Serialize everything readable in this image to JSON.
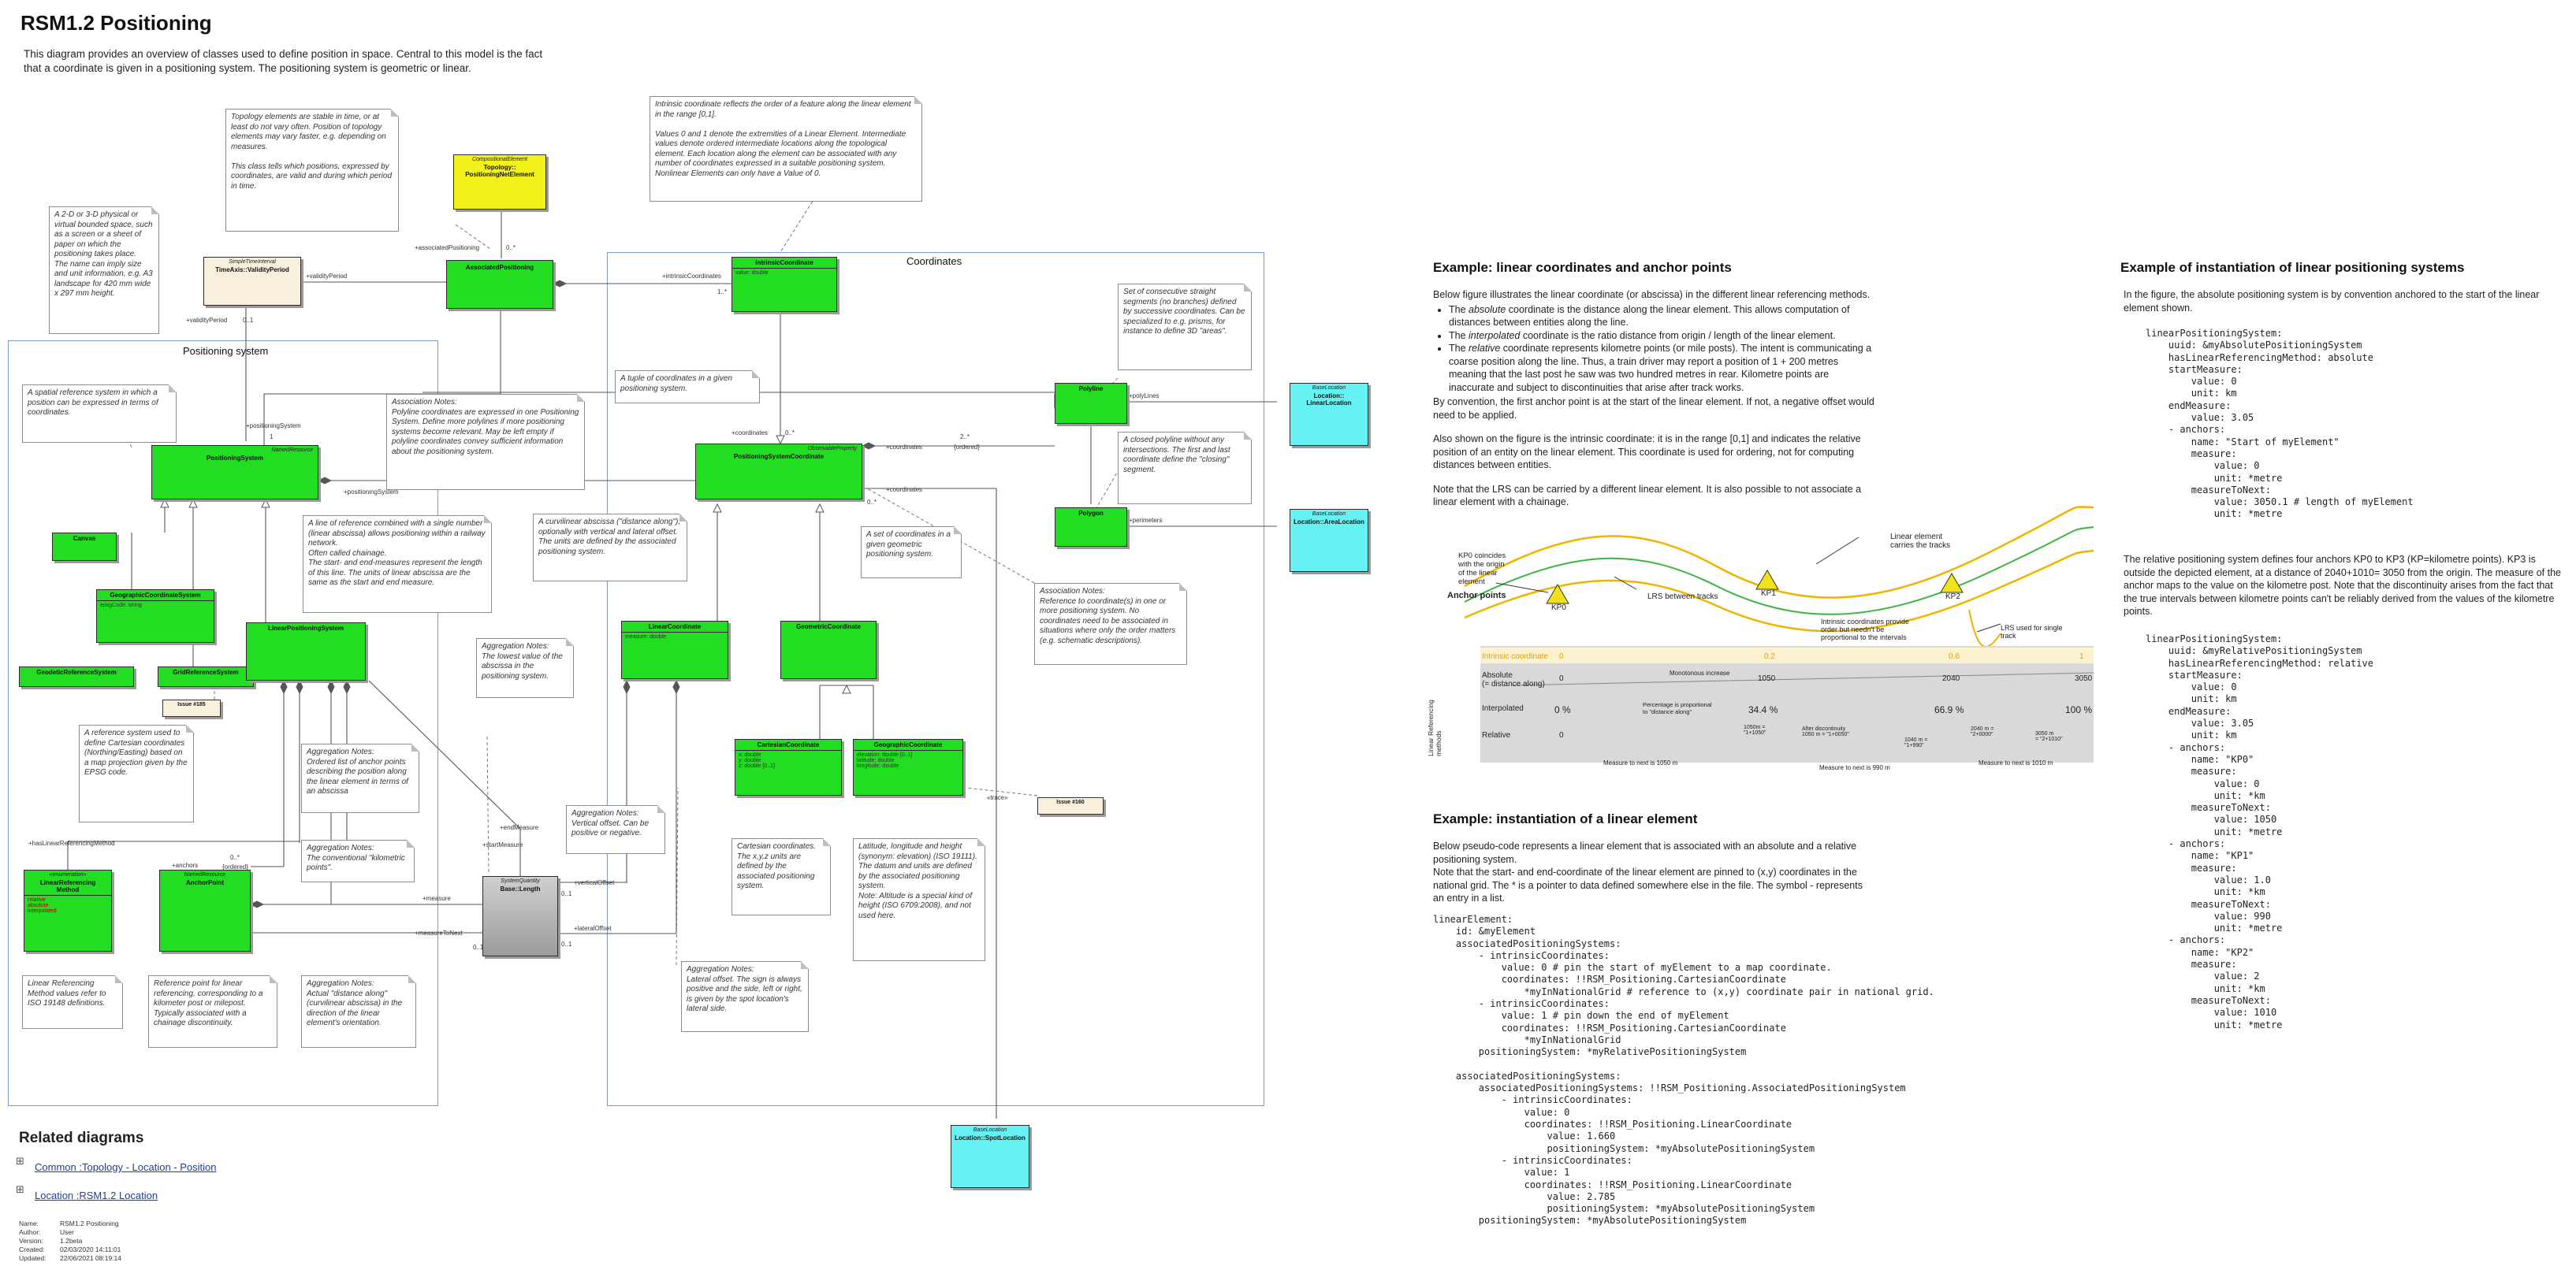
{
  "page": {
    "title": "RSM1.2 Positioning",
    "intro": "This diagram provides an overview of classes used to define position in space. Central to this model is the fact that a coordinate is given in a positioning system. The positioning system is geometric or linear."
  },
  "diagram": {
    "frames": {
      "positioning_system": "Positioning system",
      "coordinates": "Coordinates"
    },
    "classes": {
      "topology": {
        "stereo": "CompositionalElement",
        "name": "Topology::\nPositioningNetElement"
      },
      "timeaxis": {
        "stereo": "SimpleTimeInterval",
        "name": "TimeAxis::ValidityPeriod"
      },
      "associated": {
        "stereo": "",
        "name": "AssociatedPositioning"
      },
      "intrinsic": {
        "stereo": "",
        "name": "IntrinsicCoordinate",
        "attr": "value: double"
      },
      "polyline": {
        "stereo": "",
        "name": "Polyline"
      },
      "polygon": {
        "stereo": "",
        "name": "Polygon"
      },
      "loc_linear": {
        "stereo": "BaseLocation",
        "name": "Location::\nLinearLocation"
      },
      "loc_area": {
        "stereo": "BaseLocation",
        "name": "Location::AreaLocation"
      },
      "loc_spot": {
        "stereo": "BaseLocation",
        "name": "Location::SpotLocation"
      },
      "possys": {
        "stereo": "NamedResource",
        "name": "PositioningSystem"
      },
      "poscoord": {
        "stereo": "ObservableProperty",
        "name": "PositioningSystemCoordinate"
      },
      "canvas": {
        "stereo": "",
        "name": "Canvas"
      },
      "geocrs": {
        "stereo": "",
        "name": "GeographicCoordinateSystem",
        "attr": "epsgCode: string"
      },
      "geodetic": {
        "stereo": "",
        "name": "GeodeticReferenceSystem"
      },
      "grid": {
        "stereo": "",
        "name": "GridReferenceSystem"
      },
      "lrs": {
        "stereo": "",
        "name": "LinearPositioningSystem"
      },
      "linearcoord": {
        "stereo": "",
        "name": "LinearCoordinate",
        "attr": "measure: double"
      },
      "geomcoord": {
        "stereo": "",
        "name": "GeometricCoordinate"
      },
      "cartesian": {
        "stereo": "",
        "name": "CartesianCoordinate",
        "attr": "x: double\ny: double\nz: double [0..1]"
      },
      "geographic": {
        "stereo": "",
        "name": "GeographicCoordinate",
        "attr": "elevation: double [0..1]\nlatitude: double\nlongitude: double"
      },
      "lrm": {
        "stereo": "«enumeration»",
        "name": "LinearReferencing\nMethod",
        "attr": "relative\nabsolute\ninterpolated"
      },
      "anchor": {
        "stereo": "NamedResource",
        "name": "AnchorPoint"
      },
      "length": {
        "stereo": "SystemQuantity",
        "name": "Base::Length"
      },
      "issue185": {
        "stereo": "",
        "name": "Issue #185"
      },
      "issue160": {
        "stereo": "",
        "name": "Issue #160"
      }
    },
    "labels": {
      "assoc_positioning": "+associatedPositioning",
      "intrinsic_coords": "+intrinsicCoordinates",
      "validity_period": "+validityPeriod",
      "positioning_system": "+positioningSystem",
      "coordinates": "+coordinates",
      "polylines": "+polyLines",
      "perimeters": "+perimeters",
      "ordered": "{ordered}",
      "has_lrm": "+hasLinearReferencingMethod",
      "anchors": "+anchors",
      "measure": "+measure",
      "measure_to_next": "+measureToNext",
      "start_measure": "+startMeasure",
      "end_measure": "+endMeasure",
      "vertical_offset": "+verticalOffset",
      "lateral_offset": "+lateralOffset",
      "trace": "«trace»",
      "mult_0n": "0..*",
      "mult_01": "0..1",
      "mult_1": "1",
      "mult_1n": "1..*",
      "mult_2n": "2..*"
    },
    "notes": {
      "topology": "Topology elements are stable in time, or at least do not vary often. Position of topology elements may vary faster, e.g. depending on measures.\n\nThis class tells which positions, expressed by coordinates, are valid and during which period in time.",
      "intrinsic": "Intrinsic coordinate reflects the order of a feature along the linear element in the range [0,1].\n\nValues 0 and 1 denote the extremities of a Linear Element. Intermediate values denote ordered intermediate locations along the topological element. Each location along the element can be associated with any number of coordinates expressed in a suitable positioning system.\nNonlinear Elements can only have a Value of 0.",
      "canvas": "A 2-D or 3-D physical or virtual bounded space, such as a screen or a sheet of paper on which the positioning takes place.\nThe name can imply size and unit information, e.g. A3 landscape for 420 mm wide x 297 mm height.",
      "spatial_ref": "A spatial reference system in which a position can be expressed in terms of coordinates.",
      "tuple": "A tuple of coordinates in a given positioning system.",
      "assoc": "Association Notes:\nPolyline coordinates are expressed in one Positioning System. Define more polylines if more positioning systems become relevant. May be left empty if polyline coordinates convey sufficient information about the positioning system.",
      "polyline": "Set of consecutive straight segments (no branches) defined by successive coordinates. Can be specialized to e.g. prisms, for instance to define 3D \"areas\".",
      "polygon": "A closed polyline without any intersections. The first and last coordinate define the \"closing\" segment.",
      "lrs": "A line of reference combined with a single number (linear abscissa) allows positioning within a railway network.\nOften called chainage.\nThe start- and end-measures represent the length of this line. The units of linear abscissa are the same as the start and end measure.",
      "curvilinear": "A curvilinear abscissa (\"distance along\"), optionally with vertical and lateral offset.\nThe units are defined by the associated positioning system.",
      "geomset": "A set of coordinates in a given geometric positioning system.",
      "refcoord": "Association Notes:\nReference to coordinate(s) in one or more positioning system. No coordinates need to be associated in situations where only the order matters (e.g. schematic descriptions).",
      "agg_lowest": "Aggregation Notes:\nThe lowest value of the abscissa in the positioning system.",
      "cartesian_rs": "A reference system used to define Cartesian coordinates (Northing/Easting) based on a map projection given by the EPSG code.",
      "agg_ordered": "Aggregation Notes:\nOrdered list of anchor points describing the position along the linear element in terms of an abscissa",
      "agg_vertical": "Aggregation Notes:\nVertical offset. Can be positive or negative.",
      "cartesian_units": "Cartesian coordinates.\nThe x,y,z units are defined by the associated positioning system.",
      "geo_units": "Latitude, longitude and height (synonym: elevation) (ISO 19111). The datum and units are defined by the associated positioning system.\nNote: Altitude is a special kind of height (ISO 6709:2008), and not used here.",
      "agg_km": "Aggregation Notes:\nThe conventional \"kilometric points\".",
      "lrm_note": "Linear Referencing Method values refer to ISO 19148 definitions.",
      "ref_point": "Reference point for linear referencing, corresponding to a kilometer post or milepost. Typically associated with a chainage discontinuity.",
      "agg_actual": "Aggregation Notes:\nActual \"distance along\" (curvilinear abscissa) in the direction of the linear element's orientation.",
      "agg_lateral": "Aggregation Notes:\nLateral offset. The sign is always positive and the side, left or right, is given by the spot location's lateral side."
    }
  },
  "figure": {
    "kp0_note": "KP0 coincides\nwith the origin\nof the linear\nelement",
    "anchor_points": "Anchor points",
    "lrs_between": "LRS between tracks",
    "linear_element": "Linear element\ncarries the tracks",
    "lrs_single": "LRS used for single\ntrack",
    "kp": [
      "KP0",
      "KP1",
      "KP2"
    ],
    "intrinsic_note": "Intrinsic coordinates provide\norder but needn't be\nproportional to the intervals",
    "row_intrinsic": "Intrinsic coordinate",
    "intrinsic_vals": [
      "0",
      "0.2",
      "0.6",
      "1"
    ],
    "row_absolute": "Absolute\n(= distance along)",
    "absolute_vals": [
      "0",
      "1050",
      "2040",
      "3050"
    ],
    "monotonous": "Monotonous increase",
    "row_interpolated": "Interpolated",
    "interp_vals": [
      "0 %",
      "34.4 %",
      "66.9 %",
      "100 %"
    ],
    "percentage_note": "Percentage is proportional\nto \"distance along\"",
    "row_relative": "Relative",
    "relative_vals": [
      "0",
      "1050m =\n\"1+1050\"",
      "After discontinuity\n1050 m = \"1+0050\"",
      "1040 m =\n\"1+990\"",
      "2040 m =\n\"2+0000\"",
      "3050 m\n= \"2+1010\""
    ],
    "methods_label": "Linear Referencing\nmethods",
    "measures": [
      "Measure to next is 1050 m",
      "Measure to next is 990 m",
      "Measure to next is 1010 m"
    ]
  },
  "right": {
    "h_linear": "Example: linear coordinates and anchor points",
    "p_linear_intro": "Below figure illustrates the linear coordinate (or abscissa) in the different linear referencing methods.",
    "bullets": [
      {
        "em": "absolute",
        "pre": "The ",
        "post": " coordinate is the distance along the linear element. This allows computation of distances between entities along the line."
      },
      {
        "em": "interpolated",
        "pre": "The ",
        "post": " coordinate is the ratio distance from origin / length of the linear element."
      },
      {
        "em": "relative",
        "pre": "The ",
        "post": " coordinate represents kilometre points (or mile posts). The intent is communicating a coarse position along the line. Thus, a train driver may report a position of 1 + 200 metres meaning that the last post he saw was two hundred metres in rear. Kilometre points are inaccurate and subject to discontinuities that arise after track works."
      }
    ],
    "p_conv": "By convention, the first anchor point is at the start of the linear element.  If not, a negative offset would need to be applied.",
    "p_also": "Also shown on the figure is the intrinsic coordinate: it is in the range [0,1] and indicates the relative position of an entity on the linear element. This coordinate is used for ordering, not for computing distances between entities.",
    "p_note": "Note that the LRS can be carried by a different linear element.  It is also possible to not associate a linear element with a chainage.",
    "h_inst": "Example: instantiation of a linear element",
    "p_inst": "Below pseudo-code represents a linear element that is associated with an absolute and a relative positioning system.\nNote that the start- and end-coordinate of the linear element are pinned to (x,y) coordinates in the national grid. The * is a pointer to data defined somewhere else in the file. The symbol - represents an entry in a list.",
    "code_linear": "linearElement:\n    id: &myElement\n    associatedPositioningSystems:\n        - intrinsicCoordinates:\n            value: 0 # pin the start of myElement to a map coordinate.\n            coordinates: !!RSM_Positioning.CartesianCoordinate\n                *myInNationalGrid # reference to (x,y) coordinate pair in national grid.\n        - intrinsicCoordinates:\n            value: 1 # pin down the end of myElement\n            coordinates: !!RSM_Positioning.CartesianCoordinate\n                *myInNationalGrid\n        positioningSystem: *myRelativePositioningSystem\n\n    associatedPositioningSystems:\n        associatedPositioningSystems: !!RSM_Positioning.AssociatedPositioningSystem\n            - intrinsicCoordinates:\n                value: 0\n                coordinates: !!RSM_Positioning.LinearCoordinate\n                    value: 1.660\n                    positioningSystem: *myAbsolutePositioningSystem\n            - intrinsicCoordinates:\n                value: 1\n                coordinates: !!RSM_Positioning.LinearCoordinate\n                    value: 2.785\n                    positioningSystem: *myAbsolutePositioningSystem\n        positioningSystem: *myAbsolutePositioningSystem",
    "h_lps": "Example of instantiation of linear positioning systems",
    "p_lps": "In the figure, the absolute positioning system is by convention anchored to the start of the linear element shown.",
    "code_abs": "linearPositioningSystem:\n    uuid: &myAbsolutePositioningSystem\n    hasLinearReferencingMethod: absolute\n    startMeasure:\n        value: 0\n        unit: km\n    endMeasure:\n        value: 3.05\n    - anchors:\n        name: \"Start of myElement\"\n        measure:\n            value: 0\n            unit: *metre\n        measureToNext:\n            value: 3050.1 # length of myElement\n            unit: *metre",
    "p_rel": "The relative positioning system defines four anchors KP0 to KP3 (KP=kilometre points). KP3 is outside the depicted element, at a distance of 2040+1010= 3050 from the origin. The measure of the anchor maps to the value on the kilometre post. Note that the discontinuity arises from the fact that the true intervals between kilometre points can't be reliably derived from the values of the kilometre points.",
    "code_rel": "linearPositioningSystem:\n    uuid: &myRelativePositioningSystem\n    hasLinearReferencingMethod: relative\n    startMeasure:\n        value: 0\n        unit: km\n    endMeasure:\n        value: 3.05\n        unit: km\n    - anchors:\n        name: \"KP0\"\n        measure:\n            value: 0\n            unit: *km\n        measureToNext:\n            value: 1050\n            unit: *metre\n    - anchors:\n        name: \"KP1\"\n        measure:\n            value: 1.0\n            unit: *km\n        measureToNext:\n            value: 990\n            unit: *metre\n    - anchors:\n        name: \"KP2\"\n        measure:\n            value: 2\n            unit: *km\n        measureToNext:\n            value: 1010\n            unit: *metre"
  },
  "related": {
    "title": "Related diagrams",
    "links": [
      "Common :Topology - Location - Position",
      "Location :RSM1.2 Location"
    ]
  },
  "meta": [
    {
      "k": "Name:",
      "v": "RSM1.2 Positioning"
    },
    {
      "k": "Author:",
      "v": "User"
    },
    {
      "k": "Version:",
      "v": "1.2beta"
    },
    {
      "k": "Created:",
      "v": "02/03/2020 14:11:01"
    },
    {
      "k": "Updated:",
      "v": "22/06/2021 08:19:14"
    }
  ],
  "colors": {
    "class_green": "#22dd22",
    "topology_yellow": "#f2f21a",
    "location_cyan": "#66f2f2",
    "frame_blue": "#7a9ad6",
    "track_orange": "#f0b400",
    "track_green": "#3cb53c"
  }
}
